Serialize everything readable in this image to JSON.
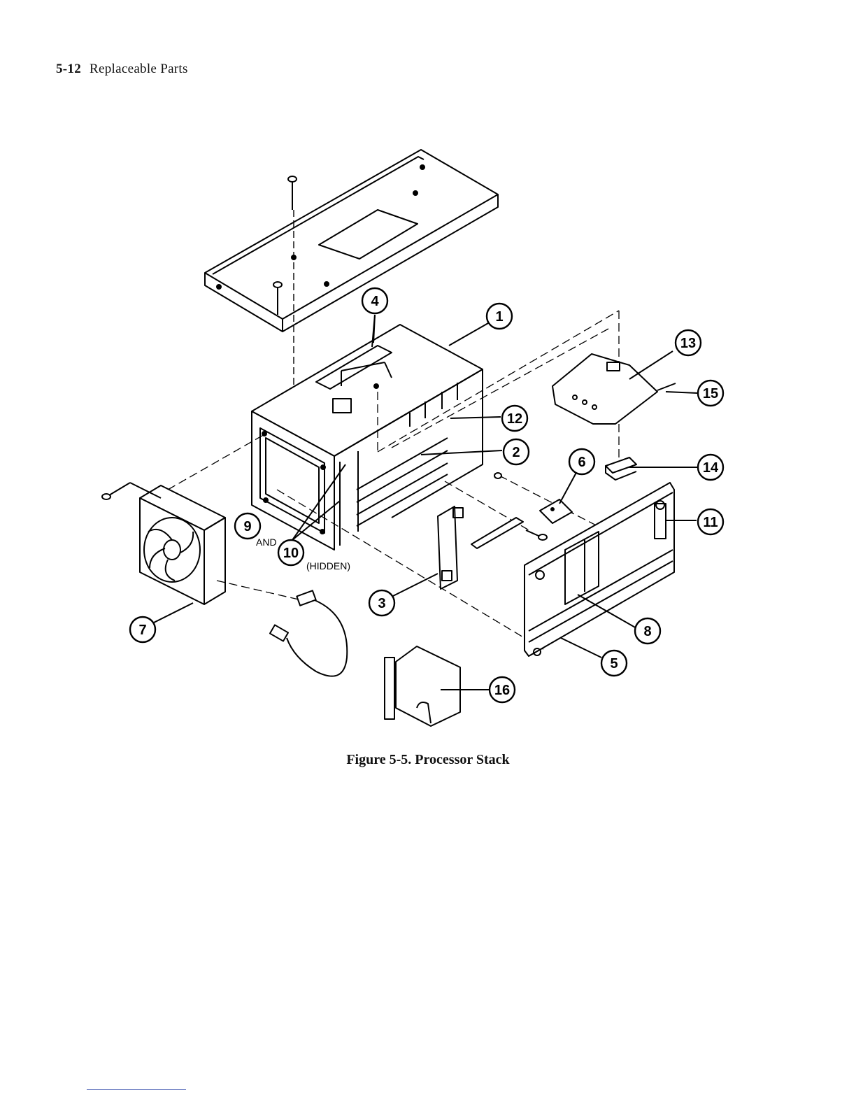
{
  "header": {
    "page_number": "5-12",
    "section_title": "Replaceable Parts"
  },
  "figure": {
    "caption": "Figure 5-5. Processor Stack",
    "callouts": [
      "1",
      "2",
      "3",
      "4",
      "5",
      "6",
      "7",
      "8",
      "9",
      "10",
      "11",
      "12",
      "13",
      "14",
      "15",
      "16"
    ],
    "notes": {
      "and": "AND",
      "hidden": "(HIDDEN)"
    }
  },
  "icons": [
    "screw-icon",
    "fan-icon",
    "cable-icon",
    "bracket-icon"
  ]
}
